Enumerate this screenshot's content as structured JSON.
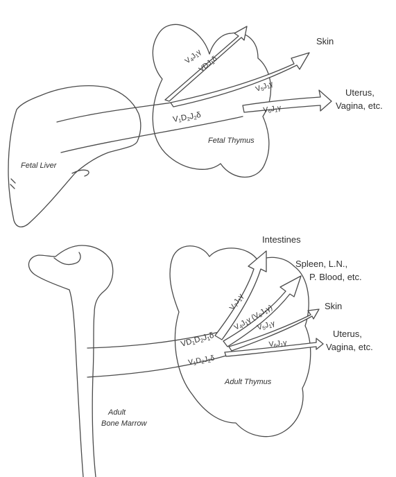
{
  "fetal": {
    "organs": {
      "liver": "Fetal Liver",
      "thymus": "Fetal Thymus"
    },
    "genes": {
      "top_a": "V4J1γ",
      "top_b": "VDJ1δ",
      "main": "V1D2J2δ",
      "skin_branch": "V5J1γ",
      "uterus_branch": "V6J1γ"
    },
    "destinations": {
      "skin": "Skin",
      "uterus_line1": "Uterus,",
      "uterus_line2": "Vagina, etc."
    }
  },
  "adult": {
    "organs": {
      "bone_marrow_line1": "Adult",
      "bone_marrow_line2": "Bone Marrow",
      "thymus": "Adult Thymus"
    },
    "genes": {
      "intestines_branch": "V7J1γ",
      "spleen_branch": "V4J1γ (V6J1γ)",
      "skin_branch": "V5J1γ",
      "uterus_branch": "V6J1γ",
      "main_upper": "VD1D2J1δ",
      "main_lower": "V1D2J2δ"
    },
    "destinations": {
      "intestines": "Intestines",
      "spleen_line1": "Spleen, L.N.,",
      "spleen_line2": "P. Blood, etc.",
      "skin": "Skin",
      "uterus_line1": "Uterus,",
      "uterus_line2": "Vagina, etc."
    }
  }
}
